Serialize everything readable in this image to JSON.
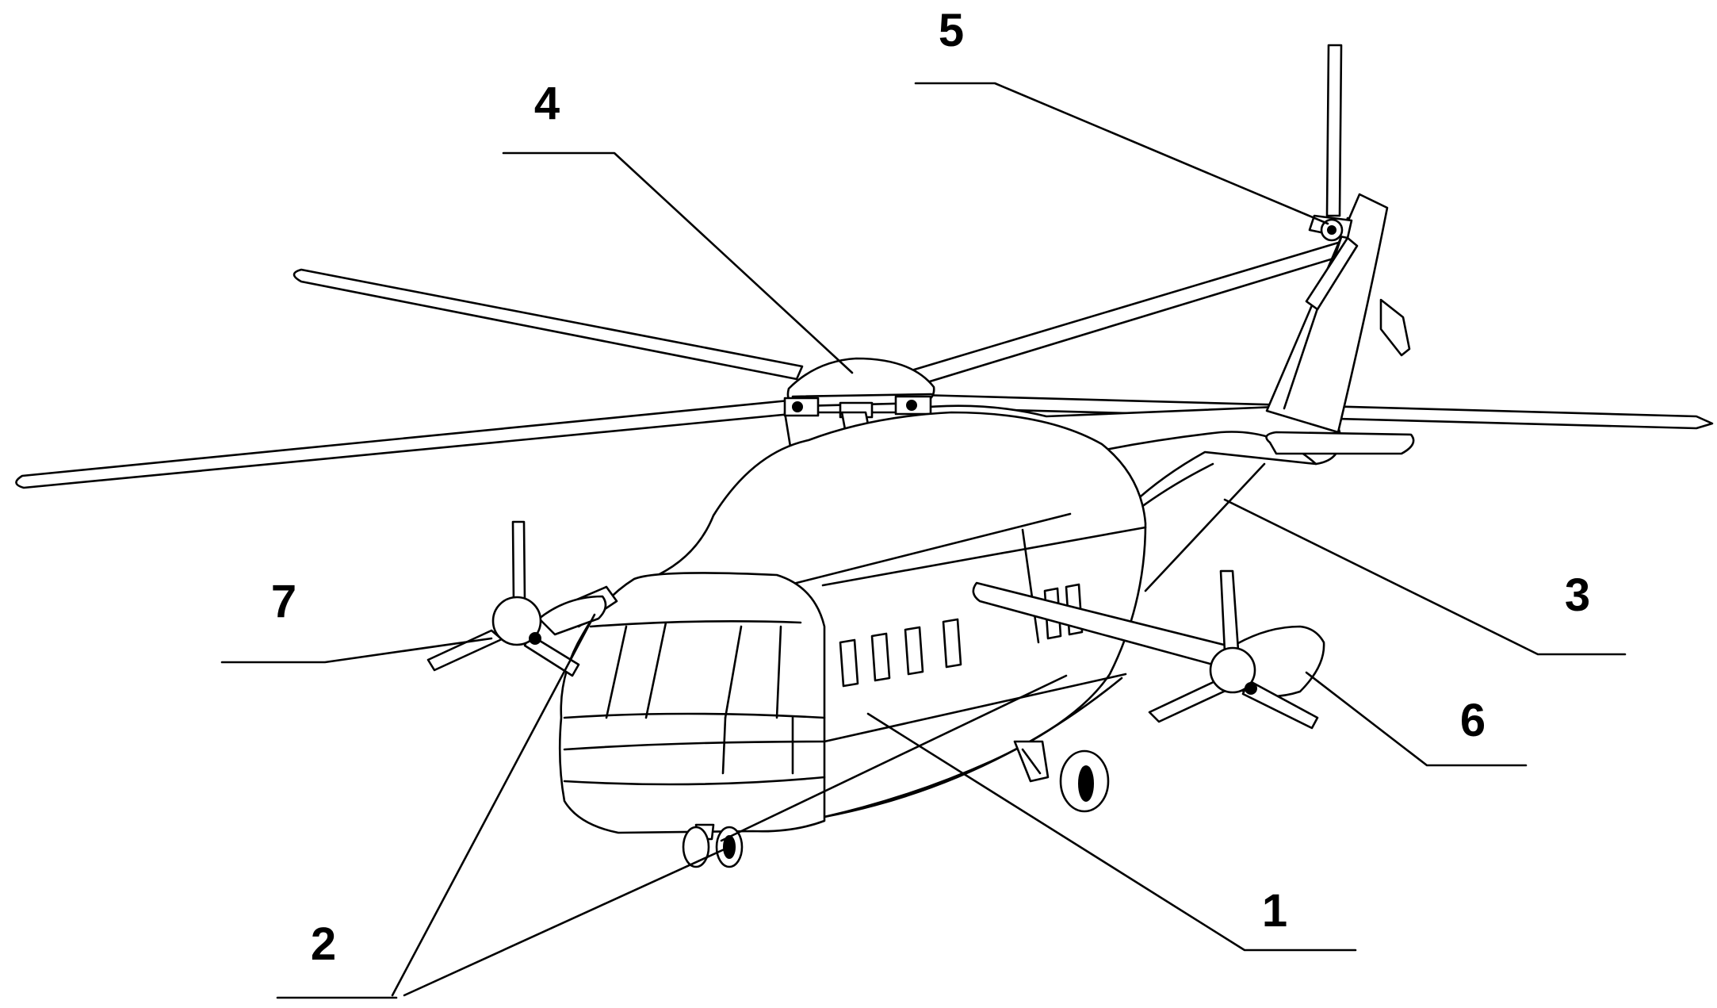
{
  "labels": {
    "fuselage": "1",
    "landing_gear": "2",
    "tail_boom": "3",
    "main_rotor": "4",
    "tail_rotor": "5",
    "right_propeller_nacelle": "6",
    "left_propeller": "7"
  },
  "colors": {
    "ink": "#000000",
    "background": "#ffffff"
  }
}
